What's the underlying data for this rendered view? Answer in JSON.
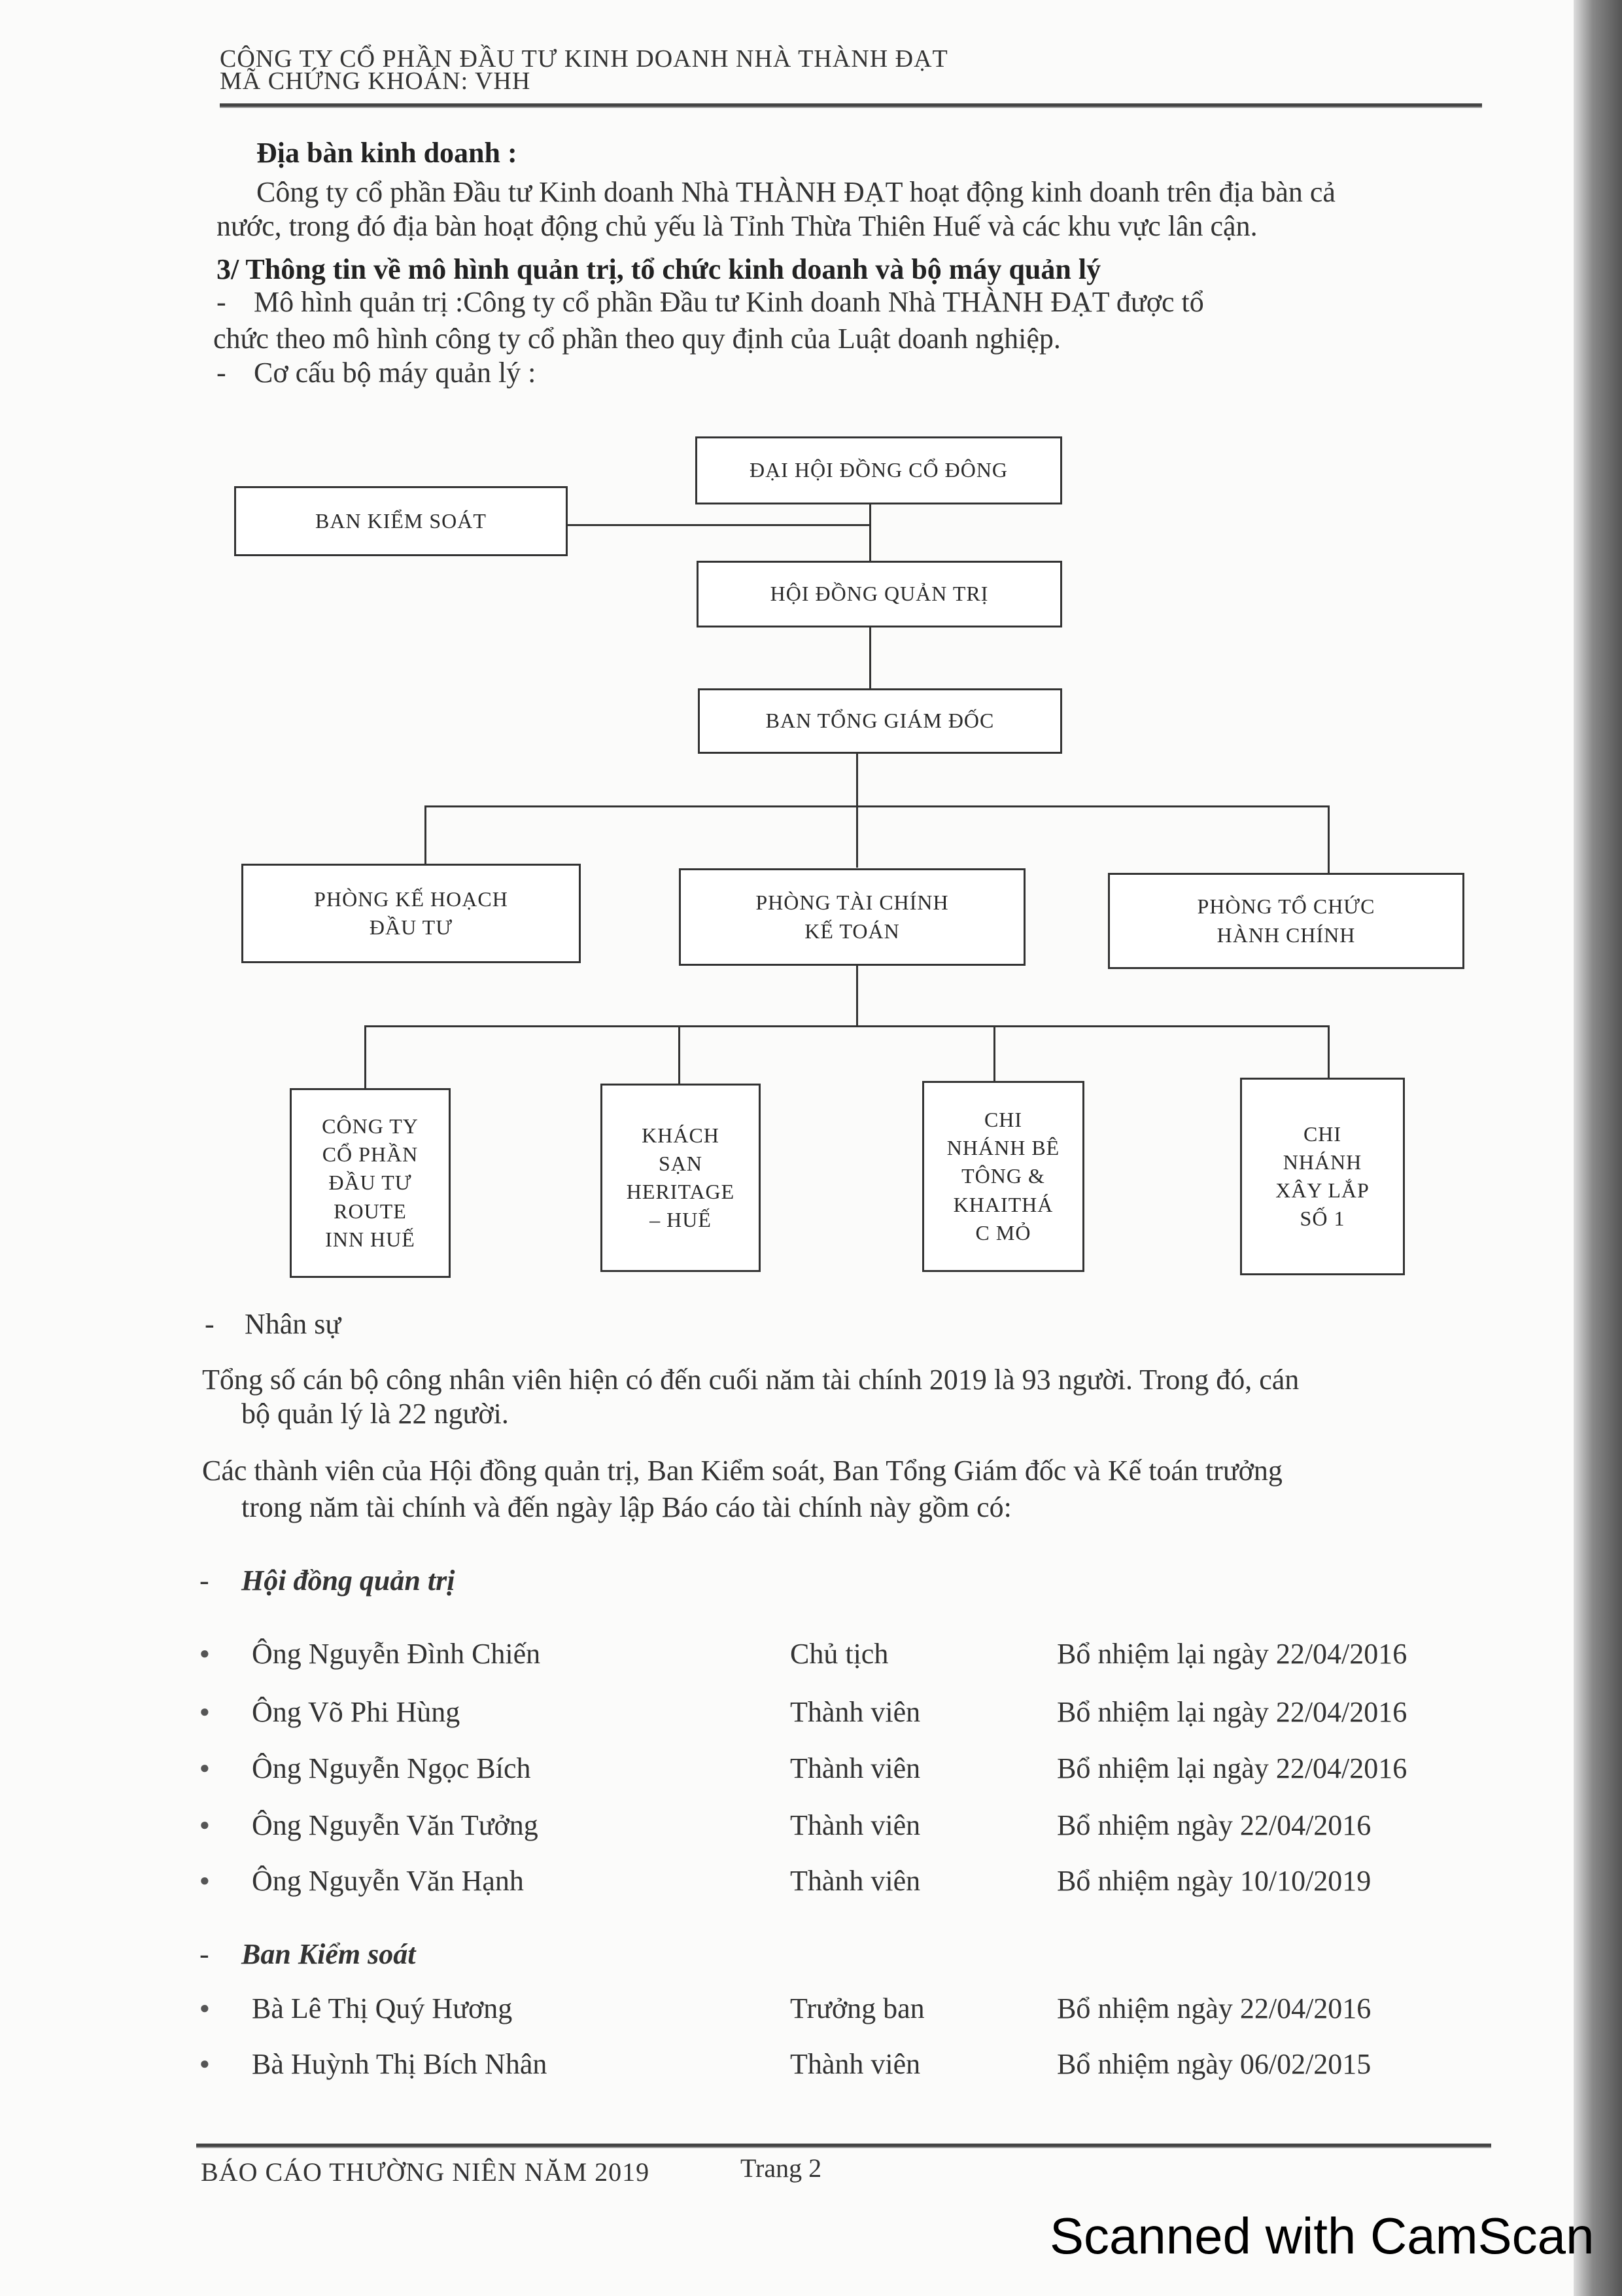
{
  "header": {
    "company": "CÔNG TY CỔ PHẦN ĐẦU TƯ KINH DOANH NHÀ THÀNH ĐẠT",
    "stock_code": "MÃ CHỨNG KHOÁN: VHH"
  },
  "business_area": {
    "heading": "Địa bàn kinh doanh :",
    "line1": "Công ty cổ phần Đầu tư Kinh doanh Nhà THÀNH ĐẠT hoạt động kinh doanh trên địa bàn cả",
    "line2": "nước, trong đó địa bàn hoạt động chủ yếu là Tỉnh Thừa Thiên Huế và các khu vực lân cận."
  },
  "governance": {
    "heading": "3/ Thông tin về mô hình quản trị, tổ chức kinh doanh và bộ máy quản lý",
    "model_line1": "Mô hình quản trị :Công ty cổ phần Đầu tư Kinh doanh Nhà THÀNH ĐẠT được tổ",
    "model_line2": "chức theo mô hình công ty cổ phần theo quy định của Luật doanh nghiệp.",
    "structure": "Cơ cấu bộ máy quản lý :",
    "dash": "-"
  },
  "org_chart": {
    "agm": "ĐẠI HỘI ĐỒNG CỔ ĐÔNG",
    "supervisory": "BAN KIỂM SOÁT",
    "board": "HỘI ĐỒNG QUẢN TRỊ",
    "ceo": "BAN TỔNG GIÁM ĐỐC",
    "departments": [
      "PHÒNG KẾ HOẠCH\nĐẦU TƯ",
      "PHÒNG TÀI CHÍNH\nKẾ TOÁN",
      "PHÒNG TỔ CHỨC\nHÀNH CHÍNH"
    ],
    "units": [
      "CÔNG TY\nCỔ PHẦN\nĐẦU TƯ\nROUTE\nINN HUẾ",
      "KHÁCH\nSẠN\nHERITAGE\n– HUẾ",
      "CHI\nNHÁNH BÊ\nTÔNG &\nKHAITHÁ\nC MỎ",
      "CHI\nNHÁNH\nXÂY LẮP\nSỐ 1"
    ]
  },
  "personnel": {
    "heading": "Nhân sự",
    "line1": "Tổng số cán bộ công nhân viên hiện có đến cuối năm tài chính 2019 là 93 người. Trong đó, cán",
    "line2": "bộ quản lý là 22 người.",
    "line3": "Các thành viên của Hội đồng quản trị, Ban Kiểm soát, Ban Tổng Giám đốc và Kế toán trưởng",
    "line4": "trong năm tài chính và đến ngày lập Báo cáo tài chính này gồm có:"
  },
  "board": {
    "heading": "Hội đồng quản trị",
    "members": [
      {
        "name": "Ông Nguyễn Đình Chiến",
        "role": "Chủ tịch",
        "appointment": "Bổ nhiệm lại ngày 22/04/2016"
      },
      {
        "name": "Ông Võ Phi Hùng",
        "role": "Thành viên",
        "appointment": "Bổ nhiệm lại ngày 22/04/2016"
      },
      {
        "name": "Ông Nguyễn Ngọc Bích",
        "role": "Thành viên",
        "appointment": "Bổ nhiệm lại ngày 22/04/2016"
      },
      {
        "name": "Ông Nguyễn Văn Tưởng",
        "role": "Thành viên",
        "appointment": "Bổ nhiệm ngày 22/04/2016"
      },
      {
        "name": "Ông Nguyễn Văn Hạnh",
        "role": "Thành viên",
        "appointment": "Bổ nhiệm ngày 10/10/2019"
      }
    ]
  },
  "supervisory_board": {
    "heading": "Ban Kiểm soát",
    "members": [
      {
        "name": "Bà Lê Thị Quý Hương",
        "role": "Trưởng ban",
        "appointment": "Bổ nhiệm ngày 22/04/2016"
      },
      {
        "name": "Bà Huỳnh Thị Bích Nhân",
        "role": "Thành viên",
        "appointment": "Bổ nhiệm ngày 06/02/2015"
      }
    ]
  },
  "footer": {
    "report": "BÁO CÁO THƯỜNG NIÊN NĂM 2019",
    "page": "Trang 2"
  },
  "watermark": "Scanned with CamScan"
}
